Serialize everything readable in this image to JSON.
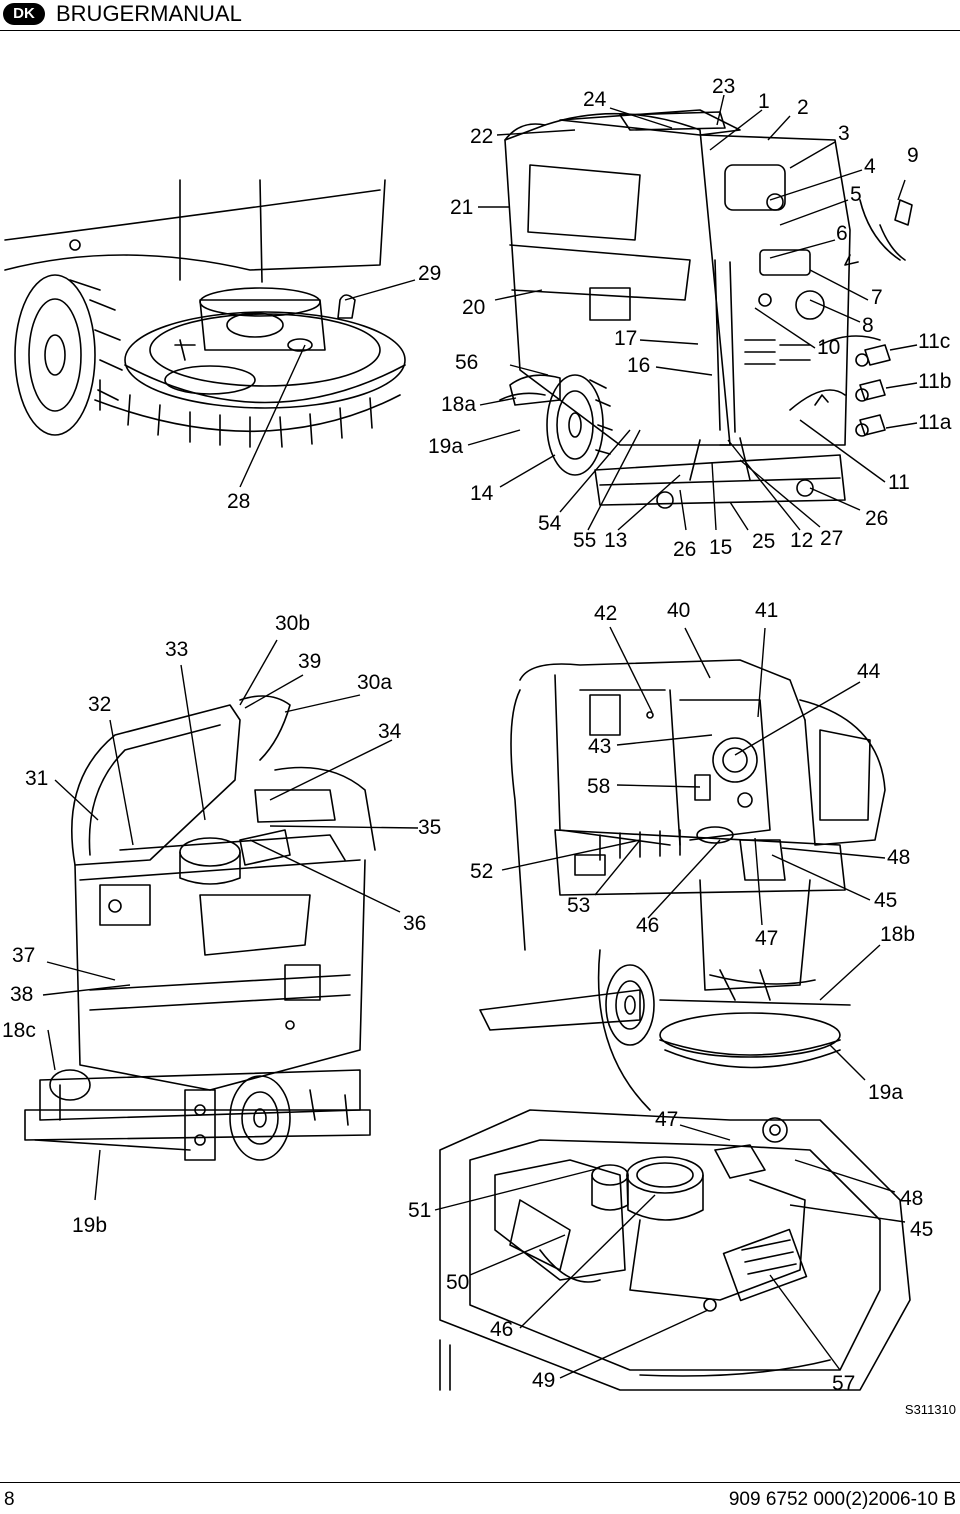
{
  "header": {
    "lang_badge": "DK",
    "title": "BRUGERMANUAL"
  },
  "figure": {
    "code": "S311310",
    "callouts": [
      "24",
      "23",
      "1",
      "2",
      "22",
      "3",
      "4",
      "9",
      "5",
      "21",
      "6",
      "29",
      "7",
      "20",
      "8",
      "56",
      "17",
      "10",
      "11c",
      "16",
      "11b",
      "18a",
      "11a",
      "19a",
      "11",
      "28",
      "14",
      "26",
      "54",
      "27",
      "55",
      "13",
      "26",
      "15",
      "25",
      "12",
      "30b",
      "42",
      "40",
      "41",
      "33",
      "39",
      "44",
      "32",
      "30a",
      "34",
      "43",
      "31",
      "58",
      "35",
      "52",
      "48",
      "53",
      "45",
      "36",
      "46",
      "47",
      "18b",
      "37",
      "38",
      "18c",
      "19a",
      "47",
      "51",
      "48",
      "19b",
      "45",
      "50",
      "46",
      "49",
      "57"
    ]
  },
  "footer": {
    "page_number": "8",
    "doc_number": "909 6752 000(2)2006-10 B"
  }
}
